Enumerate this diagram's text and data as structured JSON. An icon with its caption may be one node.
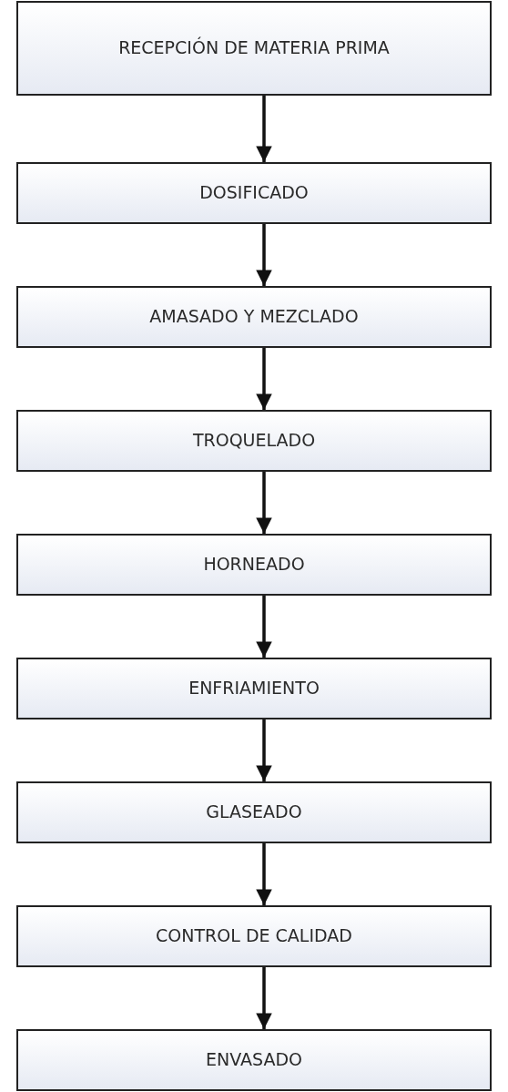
{
  "diagram": {
    "nodes": [
      {
        "text": [
          "RECEPCIÓN DE MATERIA PRIMA"
        ]
      },
      {
        "text": [
          "DOSIFICADO"
        ]
      },
      {
        "text": [
          "AMASADO Y MEZCLADO"
        ]
      },
      {
        "text": [
          "TROQUELADO"
        ]
      },
      {
        "text": [
          "HORNEADO"
        ]
      },
      {
        "text": [
          "ENFRIAMIENTO"
        ]
      },
      {
        "text": [
          "GLASEADO"
        ]
      },
      {
        "text": [
          "CONTROL DE CALIDAD"
        ]
      },
      {
        "text": [
          "ENVASADO"
        ]
      }
    ],
    "edges": [
      {
        "from": 0,
        "to": 1,
        "arrow": "to"
      },
      {
        "from": 1,
        "to": 2,
        "arrow": "to"
      },
      {
        "from": 2,
        "to": 3,
        "arrow": "to"
      },
      {
        "from": 3,
        "to": 4,
        "arrow": "to"
      },
      {
        "from": 4,
        "to": 5,
        "arrow": "to"
      },
      {
        "from": 5,
        "to": 6,
        "arrow": "to"
      },
      {
        "from": 6,
        "to": 7,
        "arrow": "to"
      },
      {
        "from": 7,
        "to": 8,
        "arrow": "to"
      }
    ]
  }
}
